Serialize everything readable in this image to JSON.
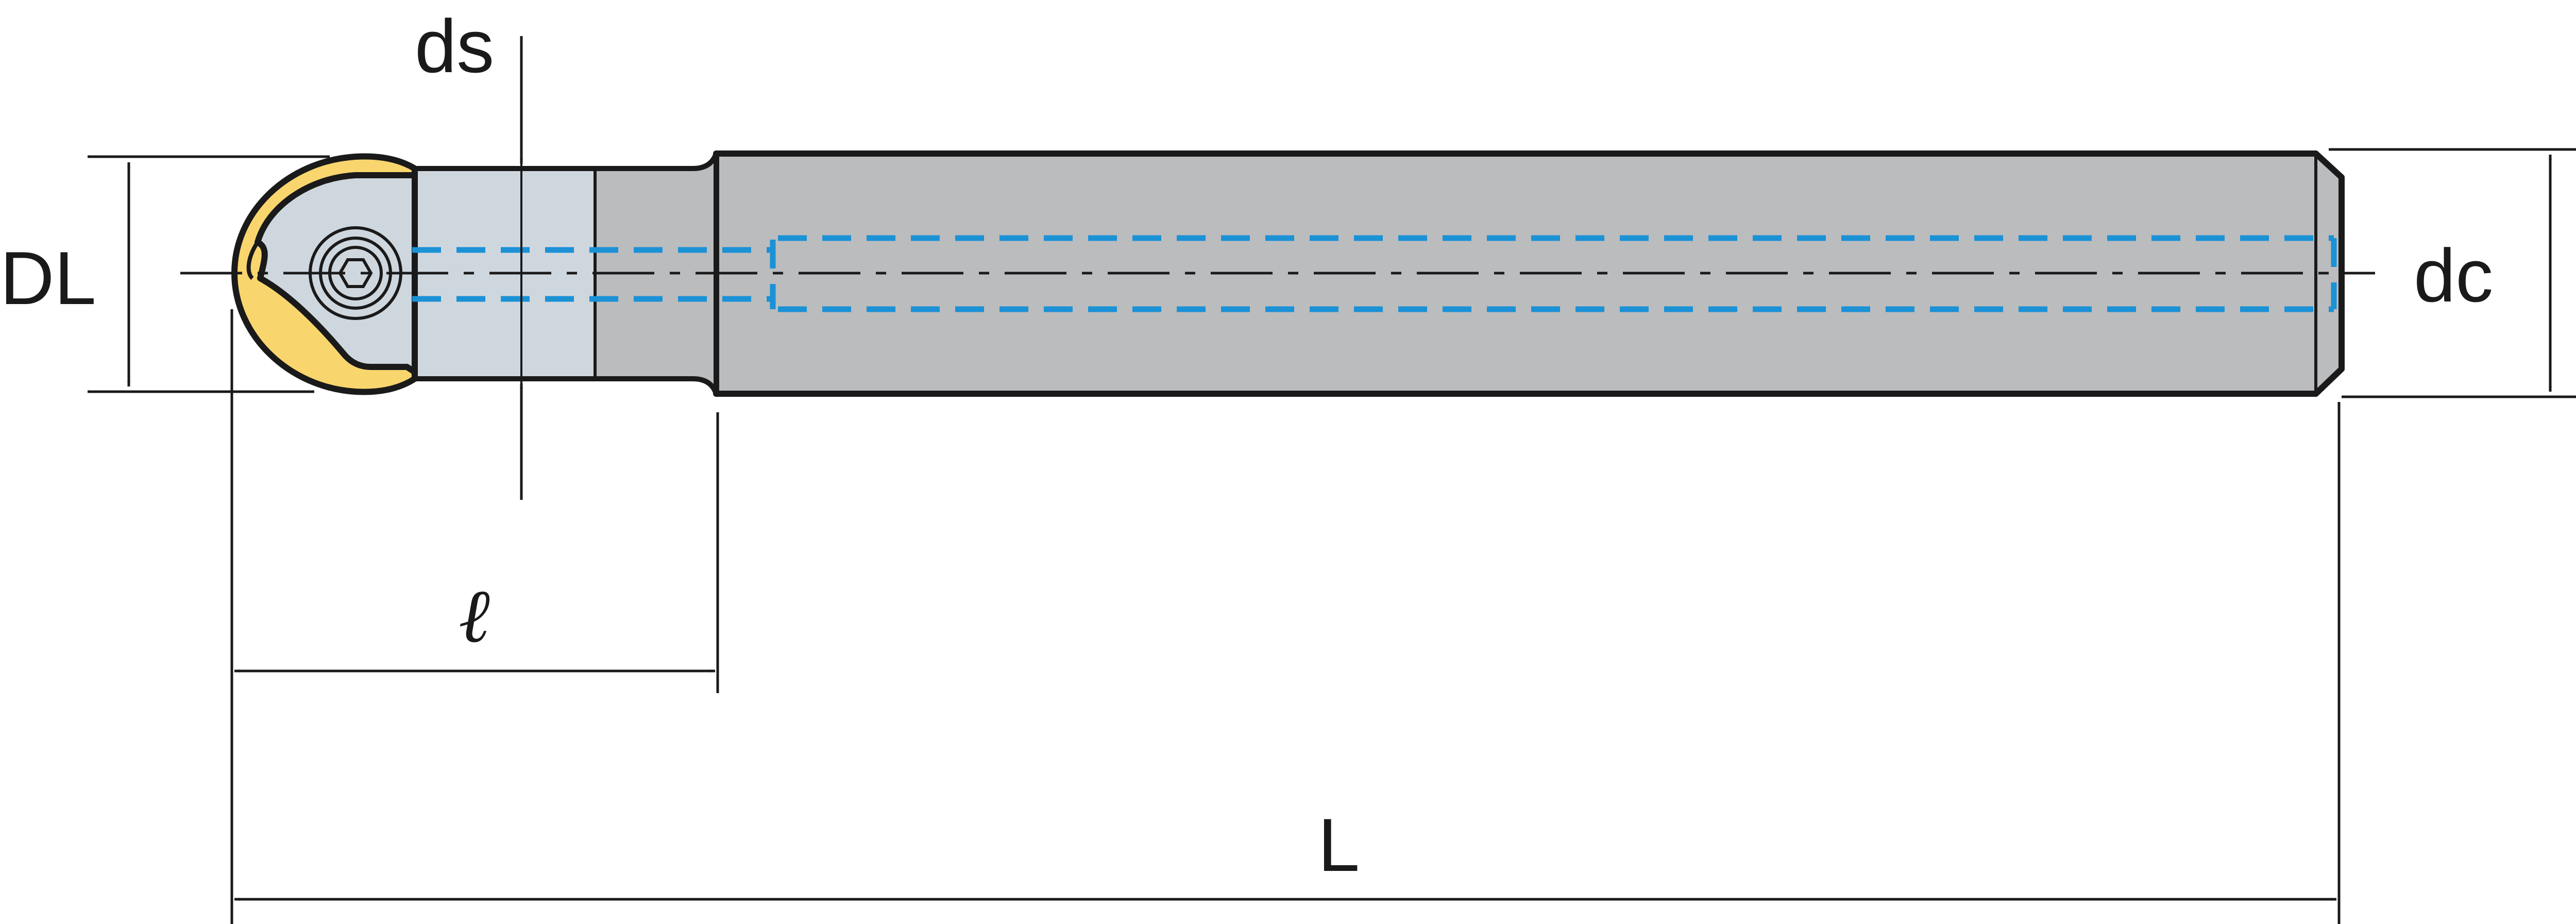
{
  "labels": {
    "ds": "ds",
    "DL": "DL",
    "dc": "dc",
    "l": "ℓ",
    "L": "L"
  },
  "colors": {
    "outline": "#1a1a1a",
    "shank_body": "#bbbcbe",
    "neck_light": "#cfd7de",
    "neck_dark": "#bbbcbe",
    "insert_yellow": "#f9d56e",
    "insert_shade": "#e8b64a",
    "coolant_blue": "#1b91d6",
    "dimension_line": "#1a1a1a"
  },
  "icons": {
    "screw": "torx-screw-icon"
  }
}
